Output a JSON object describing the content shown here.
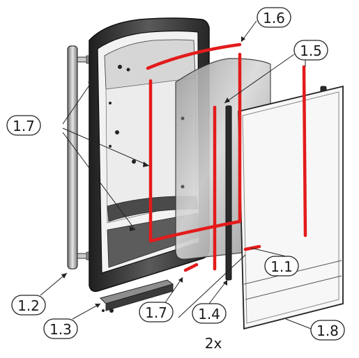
{
  "labels": {
    "l16": "1.6",
    "l15": "1.5",
    "l17a": "1.7",
    "l11": "1.1",
    "l12": "1.2",
    "l17b": "1.7",
    "l14": "1.4",
    "l13": "1.3",
    "l18": "1.8"
  },
  "quantity_note": "2x",
  "colors": {
    "gasket": "#e31b1b",
    "outline": "#222222",
    "glass": "#b9b9b9",
    "frame_dark": "#2e2e2e"
  }
}
